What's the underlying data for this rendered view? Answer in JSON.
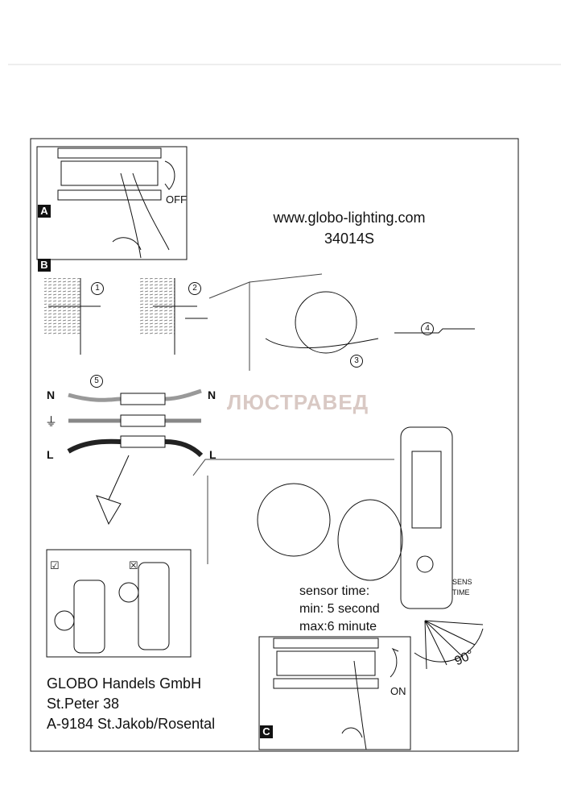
{
  "header": {
    "website": "www.globo-lighting.com",
    "model": "34014S"
  },
  "steps": {
    "panel_a_label": "A",
    "panel_b_label": "B",
    "panel_c_label": "C",
    "off_label": "OFF",
    "on_label": "ON",
    "step_numbers": [
      "1",
      "2",
      "3",
      "4",
      "5"
    ]
  },
  "wiring": {
    "neutral": "N",
    "neutral_right": "N",
    "live": "L",
    "live_right": "L",
    "earth_symbol": "⏚"
  },
  "watermark": "ЛЮСТРАВЕД",
  "sensor": {
    "time_title": "sensor time:",
    "min": "min: 5 second",
    "max": "max:6 minute",
    "sens_label": "SENS",
    "time_label": "TIME",
    "angle": "90°"
  },
  "mounting": {
    "correct_mark": "☑",
    "wrong_mark": "☒"
  },
  "company": {
    "name": "GLOBO  Handels GmbH",
    "street": "St.Peter 38",
    "city": "A-9184 St.Jakob/Rosental"
  }
}
